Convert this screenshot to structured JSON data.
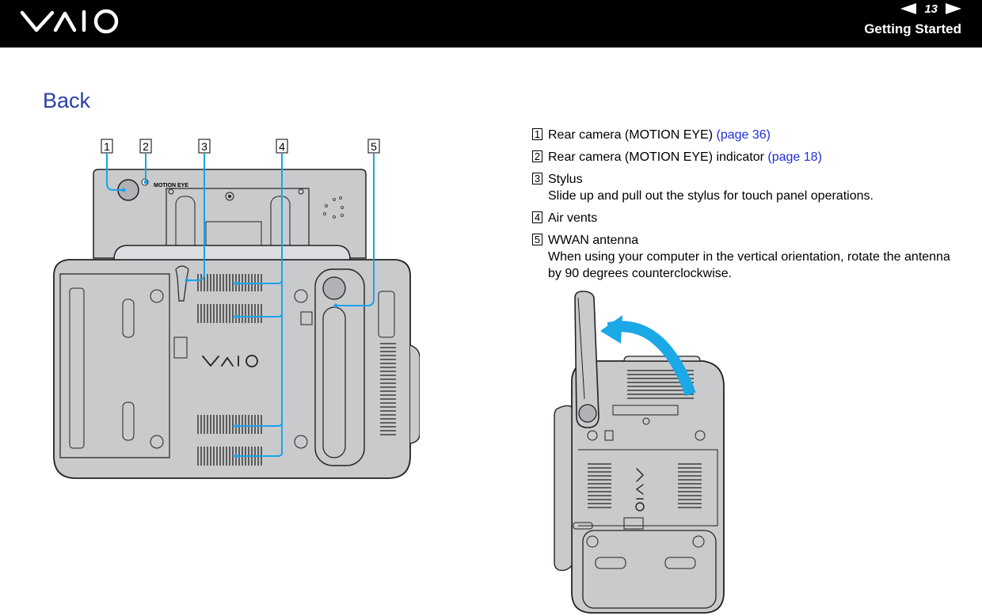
{
  "header": {
    "page_number": "13",
    "section_title": "Getting Started",
    "prev_icon": "left-triangle-icon",
    "next_icon": "right-triangle-icon",
    "logo_icon": "vaio-logo"
  },
  "heading": "Back",
  "callouts": [
    "1",
    "2",
    "3",
    "4",
    "5"
  ],
  "device_labels": {
    "motion_eye": "MOTION EYE"
  },
  "items": [
    {
      "num": "1",
      "title": "Rear camera (MOTION EYE)",
      "link": "(page 36)",
      "desc": ""
    },
    {
      "num": "2",
      "title": "Rear camera (MOTION EYE) indicator",
      "link": "(page 18)",
      "desc": ""
    },
    {
      "num": "3",
      "title": "Stylus",
      "link": "",
      "desc": "Slide up and pull out the stylus for touch panel operations."
    },
    {
      "num": "4",
      "title": "Air vents",
      "link": "",
      "desc": ""
    },
    {
      "num": "5",
      "title": "WWAN antenna",
      "link": "",
      "desc": "When using your computer in the vertical orientation, rotate the antenna by 90 degrees counterclockwise."
    }
  ],
  "colors": {
    "accent_blue": "#2b3fa8",
    "link_blue": "#1f2fd6",
    "callout_line": "#1aa3e8",
    "arrow": "#1aa8e6"
  }
}
